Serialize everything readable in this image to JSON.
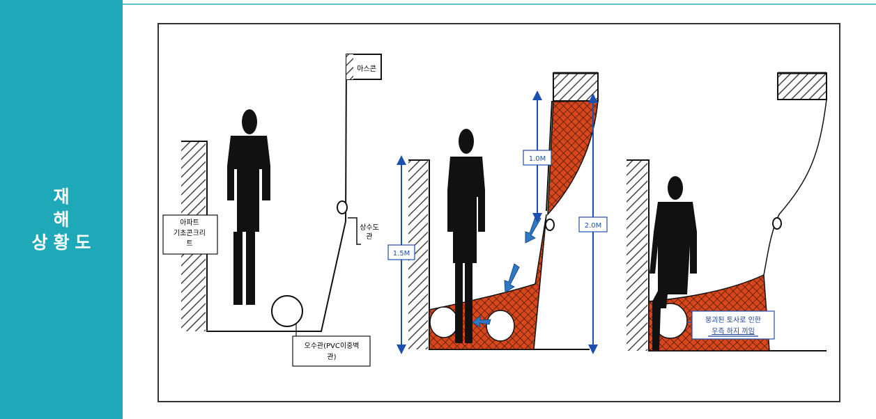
{
  "sidebar": {
    "title_line1": "재 해",
    "title_line2": "상황도"
  },
  "diagram": {
    "panel1": {
      "label_asphalt": "아스콘",
      "label_apt_line1": "아파트",
      "label_apt_line2": "기초콘크리",
      "label_apt_line3": "트",
      "label_water_line1": "상수도",
      "label_water_line2": "관",
      "label_sewer_line1": "오수관(PVC이중벽",
      "label_sewer_line2": "관)"
    },
    "panel2": {
      "dim_1_0": "1.0M",
      "dim_1_5": "1.5M",
      "dim_2_0": "2.0M"
    },
    "panel3": {
      "note_line1": "붕괴된 토사로 인한",
      "note_line2": "우측 하지 끼임"
    },
    "colors": {
      "sidebar": "#1fa8b8",
      "soil": "#d8461c",
      "arrow": "#2f78c4",
      "dimension": "#1d4fb0",
      "note_text": "#1a3e9a"
    }
  }
}
